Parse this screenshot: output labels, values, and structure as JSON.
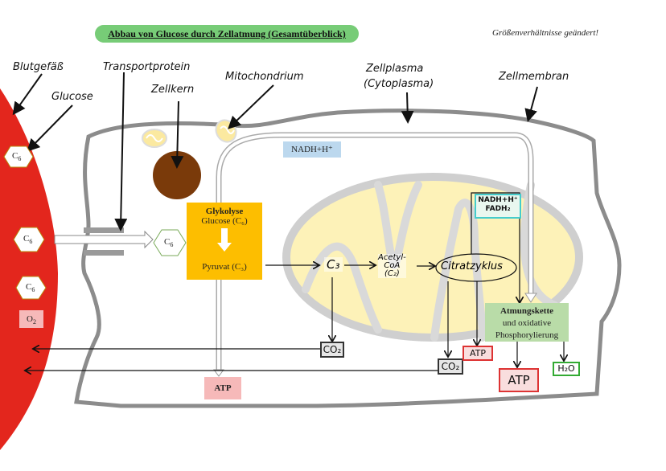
{
  "title": "Abbau von Glucose durch Zellatmung (Gesamtüberblick)",
  "note": "Größenverhältnisse geändert!",
  "labels": {
    "blood_vessel": "Blutgefäß",
    "glucose": "Glucose",
    "transport_protein": "Transportprotein",
    "nucleus": "Zellkern",
    "mitochondrion": "Mitochondrium",
    "cytoplasm_1": "Zellplasma",
    "cytoplasm_2": "(Cytoplasma)",
    "cell_membrane": "Zellmembran"
  },
  "blood": {
    "molecules": [
      "C6",
      "C6",
      "C6"
    ],
    "oxygen": "O2"
  },
  "transported_glucose": "C6",
  "nadh_cytoplasm": "NADH+H⁺",
  "glycolysis": {
    "heading": "Glykolyse",
    "input": "Glucose (C₆)",
    "output": "Pyruvat (C₃)",
    "atp": "ATP"
  },
  "mitochondrion_steps": {
    "c3": "C₃",
    "acetyl_1": "Acetyl-",
    "acetyl_2": "CoA",
    "acetyl_3": "(C₂)",
    "citrate_cycle": "Citratzyklus",
    "nadh_fadh_1": "NADH+H⁺",
    "nadh_fadh_2": "FADH₂",
    "co2_1": "CO₂",
    "co2_2": "CO₂",
    "atp_citrate": "ATP"
  },
  "respiratory_chain": {
    "line1": "Atmungskette",
    "line2": "und oxidative",
    "line3": "Phosphorylierung",
    "atp": "ATP",
    "water": "H₂O"
  },
  "colors": {
    "blood": "#e3261d",
    "membrane": "#8c8c8c",
    "glycolysis": "#fdbe00",
    "respiratory_chain": "#b9dca8",
    "mito_matrix": "#fdf2b8",
    "nucleus": "#7a3a0a",
    "title_pill": "#77cc77",
    "nadh_box": "#bcd8ee",
    "atp_box": "#f6b9b9"
  }
}
